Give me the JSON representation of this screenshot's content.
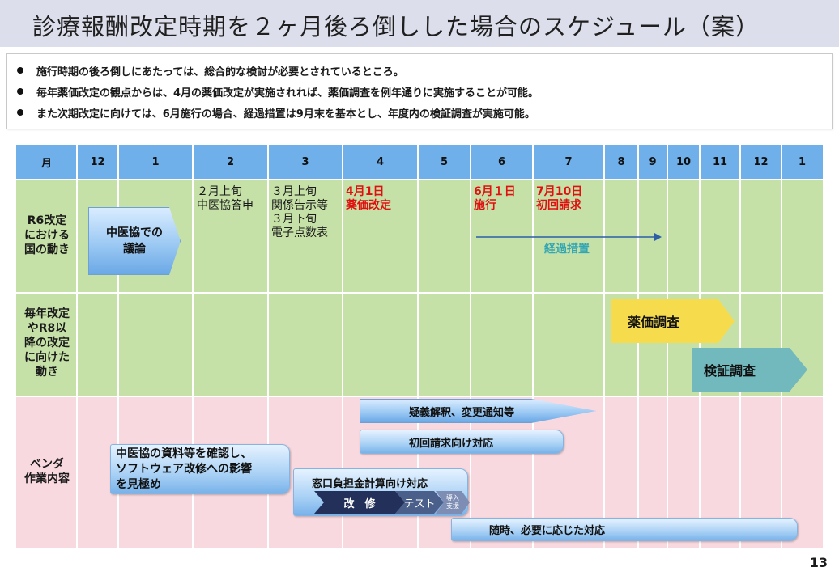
{
  "title": "診療報酬改定時期を２ヶ月後ろ倒しした場合のスケジュール（案）",
  "bullets": [
    "施行時期の後ろ倒しにあたっては、総合的な検討が必要とされているところ。",
    "毎年薬価改定の観点からは、4月の薬価改定が実施されれば、薬価調査を例年通りに実施することが可能。",
    "また次期改定に向けては、6月施行の場合、経過措置は9月末を基本とし、年度内の検証調査が実施可能。"
  ],
  "header": {
    "month_label": "月",
    "months": [
      "12",
      "1",
      "2",
      "3",
      "4",
      "5",
      "6",
      "7",
      "8",
      "9",
      "10",
      "11",
      "12",
      "1"
    ]
  },
  "colors": {
    "header": "#6fb0ea",
    "green_rows": "#c6e1a7",
    "pink_row": "#f8d9df",
    "red_text": "#e01010",
    "teal_text": "#33a6b4"
  },
  "rows": {
    "r6": {
      "label": "R6改定\nにおける\n国の動き",
      "chuikyo_arrow": "中医協での\n議論",
      "feb_text": "２月上旬\n中医協答申",
      "mar_text": "３月上旬\n関係告示等\n３月下旬\n電子点数表",
      "apr_text": "4月1日\n薬価改定",
      "jun_text": "6月１日\n施行",
      "jul_text": "7月10日\n初回請求",
      "transition": "経過措置"
    },
    "annual": {
      "label": "毎年改定\nやR8以\n降の改定\nに向けた\n動き",
      "yakka": "薬価調査",
      "kensho": "検証調査"
    },
    "vendor": {
      "label": "ベンダ\n作業内容",
      "inquiry": "疑義解釈、変更通知等",
      "first_claim": "初回請求向け対応",
      "confirm": "中医協の資料等を確認し、\nソフトウェア改修への影響\nを見極め",
      "copay": "窓口負担金計算向け対応",
      "kaishu": "改　修",
      "test": "テスト",
      "donyu": "導入\n支援",
      "anytime": "随時、必要に応じた対応"
    }
  },
  "page_number": "13"
}
